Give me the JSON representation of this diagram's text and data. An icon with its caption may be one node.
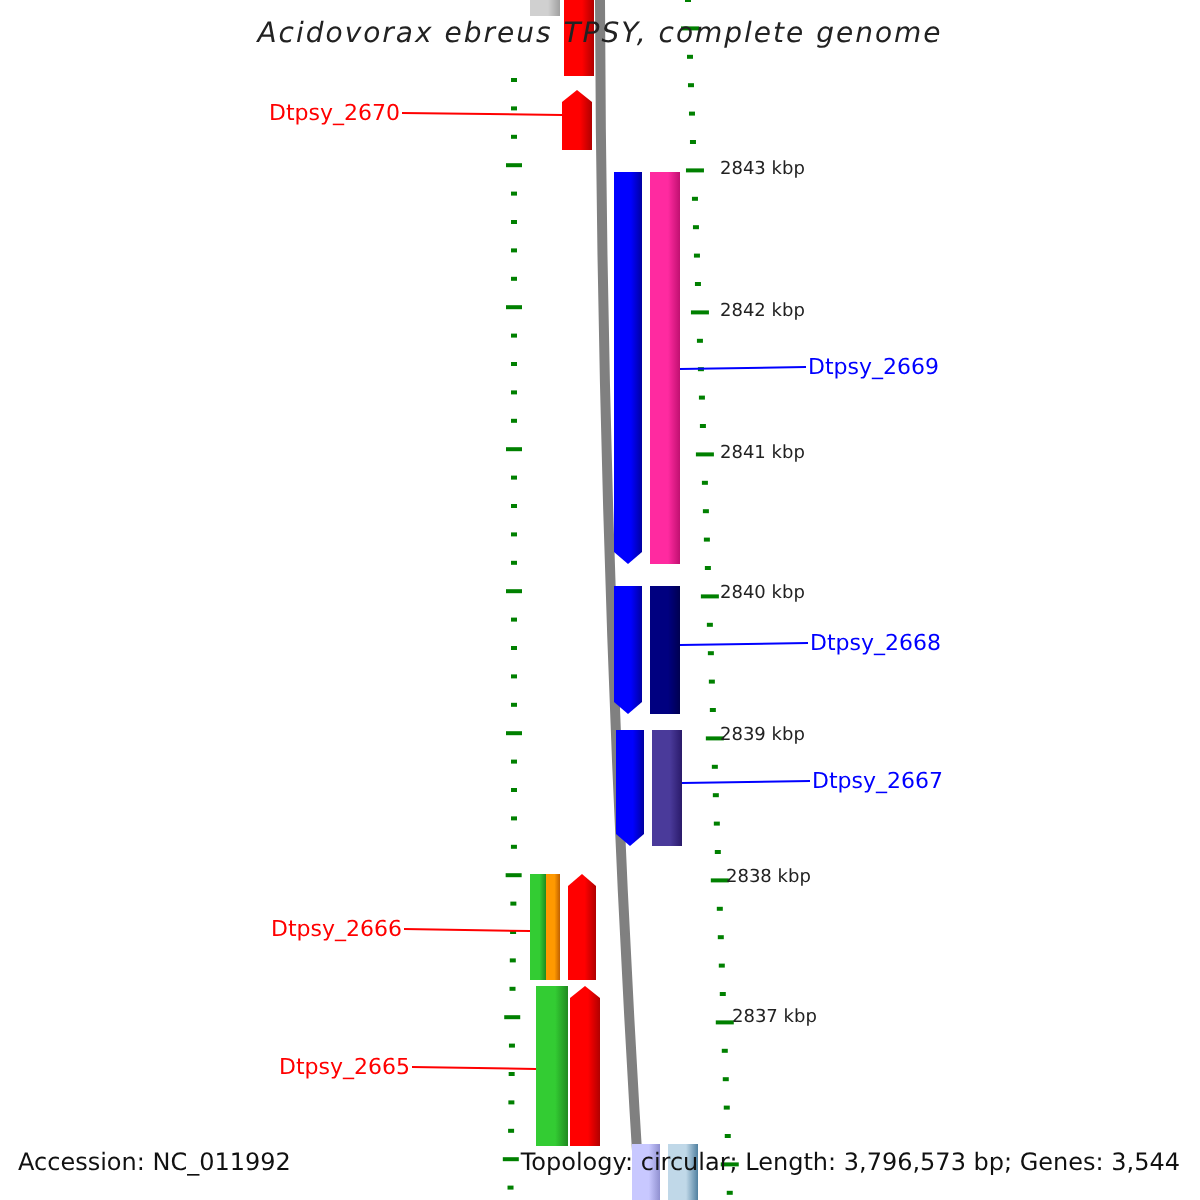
{
  "diagram": {
    "title": "Acidovorax ebreus TPSY, complete genome",
    "nodes": [
      {
        "text": [
          "Dtpsy_2670"
        ]
      },
      {
        "text": [
          "Dtpsy_2669"
        ]
      },
      {
        "text": [
          "Dtpsy_2668"
        ]
      },
      {
        "text": [
          "Dtpsy_2667"
        ]
      },
      {
        "text": [
          "Dtpsy_2666"
        ]
      },
      {
        "text": [
          "Dtpsy_2665"
        ]
      },
      {
        "text": [],
        "shape": "bar"
      },
      {
        "text": [],
        "shape": "bar"
      },
      {
        "text": [],
        "shape": "bar"
      },
      {
        "text": [],
        "shape": "bar"
      },
      {
        "text": [],
        "shape": "bar"
      },
      {
        "text": [],
        "shape": "bar"
      }
    ],
    "edges": [
      {
        "from": 0,
        "to": 6,
        "arrow": "none",
        "color": "#ff0000"
      },
      {
        "from": 1,
        "to": 7,
        "arrow": "none",
        "color": "#0000ff"
      },
      {
        "from": 2,
        "to": 8,
        "arrow": "none",
        "color": "#0000ff"
      },
      {
        "from": 3,
        "to": 9,
        "arrow": "none",
        "color": "#0000ff"
      },
      {
        "from": 4,
        "to": 10,
        "arrow": "none",
        "color": "#ff0000"
      },
      {
        "from": 5,
        "to": 11,
        "arrow": "none",
        "color": "#ff0000"
      }
    ],
    "labels": [
      "2843 kbp",
      "2842 kbp",
      "2841 kbp",
      "2840 kbp",
      "2839 kbp",
      "2838 kbp",
      "2837 kbp",
      "Accession: NC_011992",
      "Topology: circular; Length: 3,796,573 bp; Genes: 3,544"
    ]
  }
}
